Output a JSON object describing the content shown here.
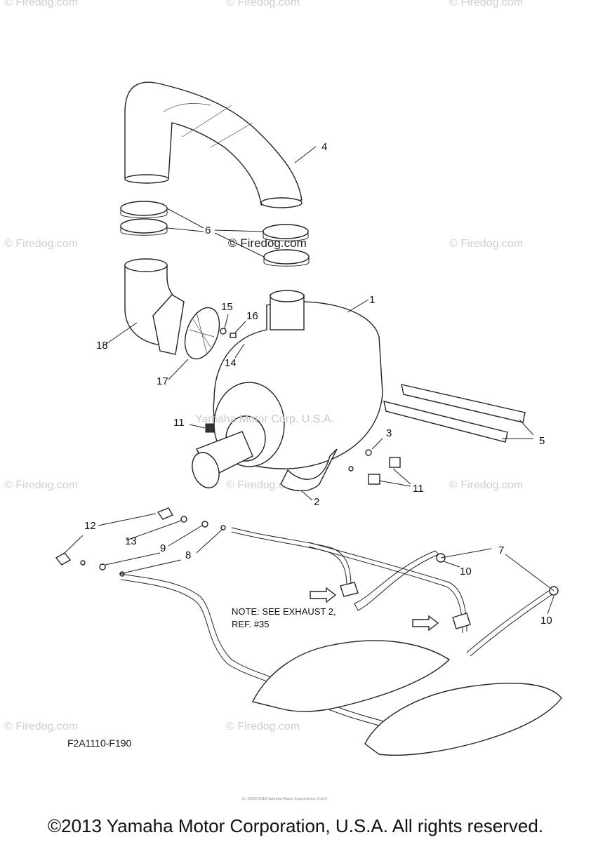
{
  "watermark": "© Firedog.com",
  "center_watermark": "© Firedog.com",
  "yamaha_watermark": "Yamaha Motor Corp. U.S.A.",
  "callouts": [
    "1",
    "2",
    "3",
    "4",
    "5",
    "6",
    "7",
    "8",
    "9",
    "10",
    "10",
    "11",
    "11",
    "12",
    "13",
    "14",
    "15",
    "16",
    "17",
    "18"
  ],
  "note_line1": "NOTE: SEE EXHAUST 2,",
  "note_line2": "REF. #35",
  "diagram_code": "F2A1110-F190",
  "tiny_notice": "(c) 2000-2016 Yamaha Motor Corporation, U.S.A.",
  "copyright": "©2013 Yamaha Motor Corporation, U.S.A. All rights reserved."
}
